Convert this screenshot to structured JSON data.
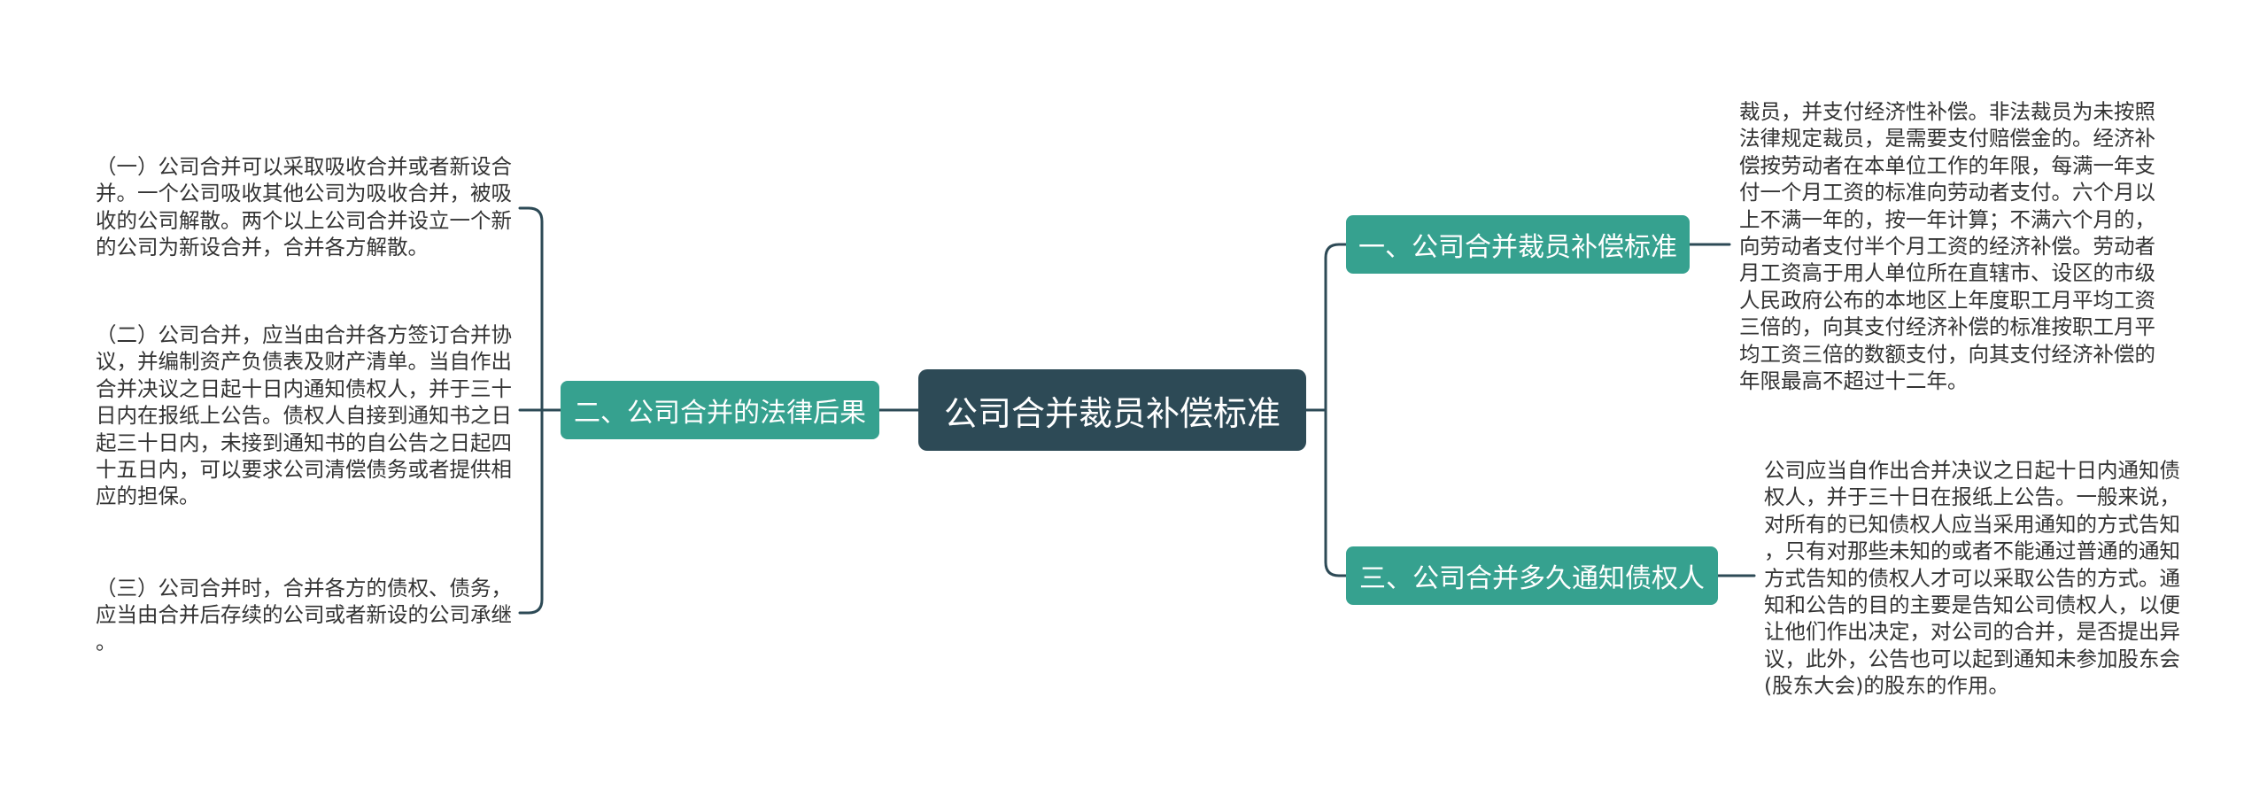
{
  "central_topic": "公司合并裁员补偿标准",
  "branches": [
    {
      "label": "一、公司合并裁员补偿标准",
      "leaves": [
        {
          "lines": [
            "裁员，并支付经济性补偿。非法裁员为未按照",
            "法律规定裁员，是需要支付赔偿金的。经济补",
            "偿按劳动者在本单位工作的年限，每满一年支",
            "付一个月工资的标准向劳动者支付。六个月以",
            "上不满一年的，按一年计算；不满六个月的，",
            "向劳动者支付半个月工资的经济补偿。劳动者",
            "月工资高于用人单位所在直辖市、设区的市级",
            "人民政府公布的本地区上年度职工月平均工资",
            "三倍的，向其支付经济补偿的标准按职工月平",
            "均工资三倍的数额支付，向其支付经济补偿的",
            "年限最高不超过十二年。"
          ]
        }
      ]
    },
    {
      "label": "二、公司合并的法律后果",
      "leaves": [
        {
          "lines": [
            "（一）公司合并可以采取吸收合并或者新设合",
            "并。一个公司吸收其他公司为吸收合并，被吸",
            "收的公司解散。两个以上公司合并设立一个新",
            "的公司为新设合并，合并各方解散。"
          ]
        },
        {
          "lines": [
            "（二）公司合并，应当由合并各方签订合并协",
            "议，并编制资产负债表及财产清单。当自作出",
            "合并决议之日起十日内通知债权人，并于三十",
            "日内在报纸上公告。债权人自接到通知书之日",
            "起三十日内，未接到通知书的自公告之日起四",
            "十五日内，可以要求公司清偿债务或者提供相",
            "应的担保。"
          ]
        },
        {
          "lines": [
            "（三）公司合并时，合并各方的债权、债务，",
            "应当由合并后存续的公司或者新设的公司承继",
            "。"
          ]
        }
      ]
    },
    {
      "label": "三、公司合并多久通知债权人",
      "leaves": [
        {
          "lines": [
            "公司应当自作出合并决议之日起十日内通知债",
            "权人，并于三十日在报纸上公告。一般来说，",
            "对所有的已知债权人应当采用通知的方式告知",
            "，只有对那些未知的或者不能通过普通的通知",
            "方式告知的债权人才可以采取公告的方式。通",
            "知和公告的目的主要是告知公司债权人，以便",
            "让他们作出决定，对公司的合并，是否提出异",
            "议，此外，公告也可以起到通知未参加股东会",
            "(股东大会)的股东的作用。"
          ]
        }
      ]
    }
  ],
  "colors": {
    "central_node": "#2d4a56",
    "branch_node": "#36a18f",
    "connector": "#2d4a56",
    "note_text": "#333333",
    "node_text": "#ffffff",
    "background": "#ffffff"
  }
}
